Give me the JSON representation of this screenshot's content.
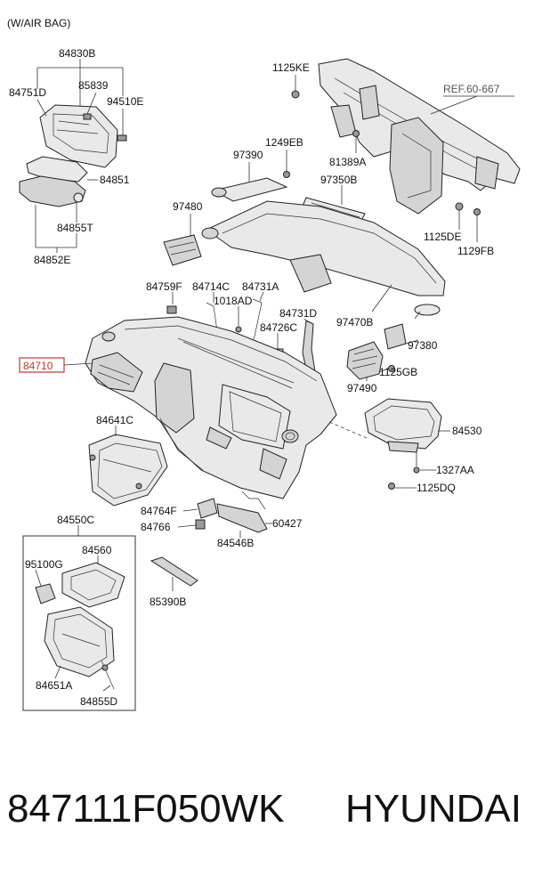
{
  "header_note": "(W/AIR BAG)",
  "callouts": {
    "c84830B": "84830B",
    "c84751D": "84751D",
    "c85839": "85839",
    "c94510E": "94510E",
    "c84851": "84851",
    "c84855T": "84855T",
    "c84852E": "84852E",
    "c1125KE": "1125KE",
    "cREF": "REF.60-667",
    "c1249EB": "1249EB",
    "c97390": "97390",
    "c81389A": "81389A",
    "c97350B": "97350B",
    "c97480": "97480",
    "c1125DE": "1125DE",
    "c1129FB": "1129FB",
    "c84759F": "84759F",
    "c84714C": "84714C",
    "c84731A": "84731A",
    "c1018AD": "1018AD",
    "c84731D": "84731D",
    "c84726C": "84726C",
    "c97470B": "97470B",
    "c97380": "97380",
    "c84710": "84710",
    "c1125GB": "1125GB",
    "c97490": "97490",
    "c84641C": "84641C",
    "c84530": "84530",
    "c1327AA": "1327AA",
    "c1125DQ": "1125DQ",
    "c84764F": "84764F",
    "c84766": "84766",
    "c60427": "60427",
    "c84546B": "84546B",
    "c84550C": "84550C",
    "c84560": "84560",
    "c95100G": "95100G",
    "c85390B": "85390B",
    "c84651A": "84651A",
    "c84855D": "84855D"
  },
  "highlight_color": "#c0392b",
  "footer": {
    "part_number": "847111F050WK",
    "brand": "HYUNDAI"
  }
}
